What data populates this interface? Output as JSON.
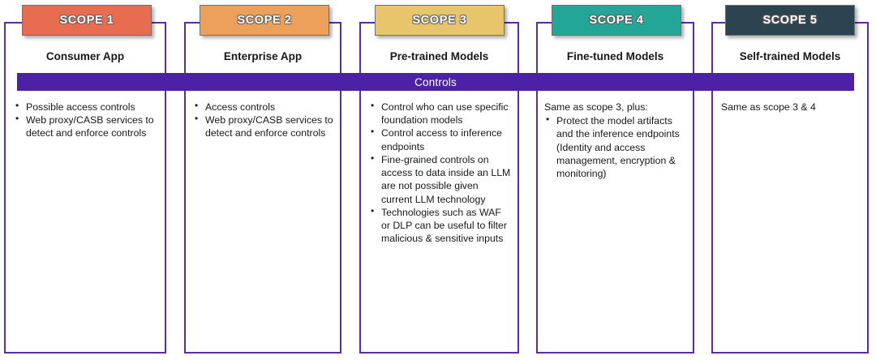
{
  "diagram": {
    "band_label": "Controls",
    "accent_purple": "#4d21a5",
    "columns": [
      {
        "chip_label": "SCOPE 1",
        "chip_color": "#e86c4f",
        "subtitle": "Consumer App",
        "lead": "",
        "bullets": [
          "Possible access controls",
          "Web proxy/CASB services to detect and enforce controls"
        ]
      },
      {
        "chip_label": "SCOPE 2",
        "chip_color": "#eda05a",
        "subtitle": "Enterprise App",
        "lead": "",
        "bullets": [
          "Access controls",
          "Web proxy/CASB services to detect and enforce controls"
        ]
      },
      {
        "chip_label": "SCOPE 3",
        "chip_color": "#e8c46b",
        "subtitle": "Pre-trained Models",
        "lead": "",
        "bullets": [
          "Control who can use specific foundation models",
          "Control access to inference endpoints",
          "Fine-grained controls on access to data inside an LLM are not possible given current LLM technology",
          "Technologies such as WAF or DLP can be useful to filter malicious & sensitive inputs"
        ]
      },
      {
        "chip_label": "SCOPE 4",
        "chip_color": "#23a598",
        "subtitle": "Fine-tuned Models",
        "lead": "Same as scope 3, plus:",
        "bullets": [
          "Protect the model artifacts and the inference endpoints (Identity and access management, encryption & monitoring)"
        ]
      },
      {
        "chip_label": "SCOPE 5",
        "chip_color": "#2c4450",
        "subtitle": "Self-trained Models",
        "lead": "Same as scope 3 & 4",
        "bullets": []
      }
    ]
  }
}
